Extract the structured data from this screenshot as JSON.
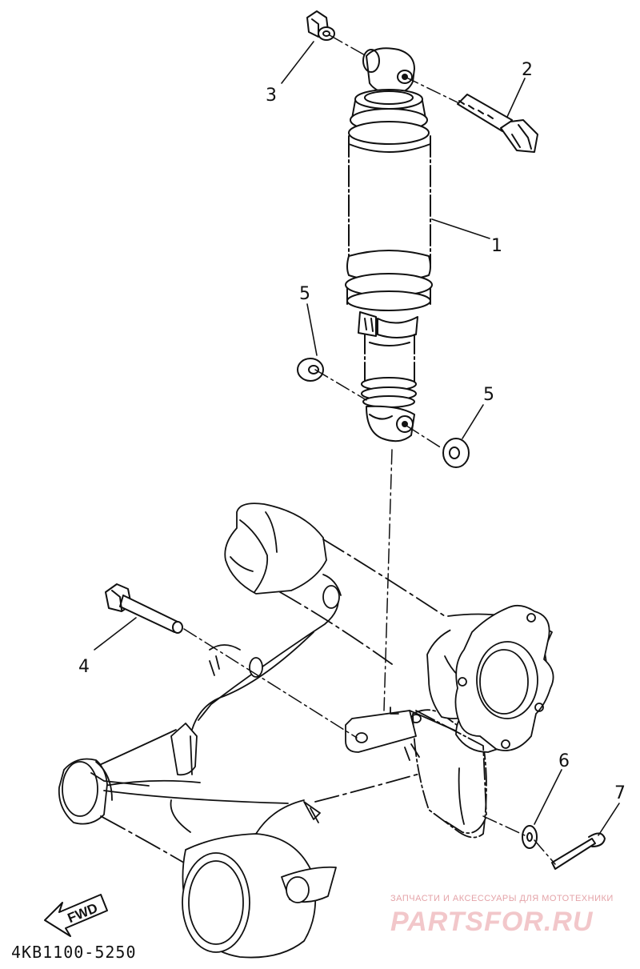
{
  "callouts": [
    {
      "id": "1",
      "label": "1"
    },
    {
      "id": "2",
      "label": "2"
    },
    {
      "id": "3",
      "label": "3"
    },
    {
      "id": "4",
      "label": "4"
    },
    {
      "id": "5a",
      "label": "5"
    },
    {
      "id": "5b",
      "label": "5"
    },
    {
      "id": "6",
      "label": "6"
    },
    {
      "id": "7",
      "label": "7"
    }
  ],
  "diagram_code": "4KB1100-5250",
  "direction_label": "FWD",
  "watermark": {
    "tagline": "ЗАПЧАСТИ И АКСЕССУАРЫ ДЛЯ МОТОТЕХНИКИ",
    "brand": "PARTSFOR.RU"
  },
  "colors": {
    "ink": "#111111",
    "watermark": "#f2c7ca"
  }
}
